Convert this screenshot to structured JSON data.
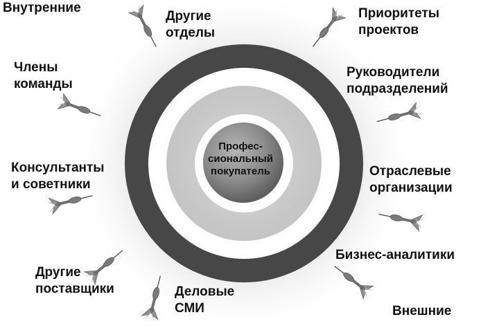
{
  "center": {
    "line1": "Профес-",
    "line2": "сиональный",
    "line3": "покупатель"
  },
  "corners": {
    "top_left": "Внутренние",
    "bottom_right": "Внешние"
  },
  "labels": {
    "other_departments": [
      "Другие",
      "отделы"
    ],
    "team_members": [
      "Члены",
      "команды"
    ],
    "consultants": [
      "Консультанты",
      "и советники"
    ],
    "other_suppliers": [
      "Другие",
      "поставщики"
    ],
    "business_media": [
      "Деловые",
      "СМИ"
    ],
    "project_priorities": [
      "Приоритеты",
      "проектов"
    ],
    "unit_heads": [
      "Руководители",
      "подразделений"
    ],
    "industry_orgs": [
      "Отраслевые",
      "организации"
    ],
    "business_analysts": [
      "Бизнес-аналитики"
    ]
  },
  "colors": {
    "outer_ring": "#474747",
    "white_ring": "#ffffff",
    "inner_ring": "#d2d2d2",
    "bullseye": "#8a8a8a",
    "halo_start": "#b8b8b8",
    "dart_body": "#7a7a7a",
    "dart_fin": "#9a9a9a",
    "text": "#111111"
  },
  "icons": [
    "dart-icon"
  ]
}
